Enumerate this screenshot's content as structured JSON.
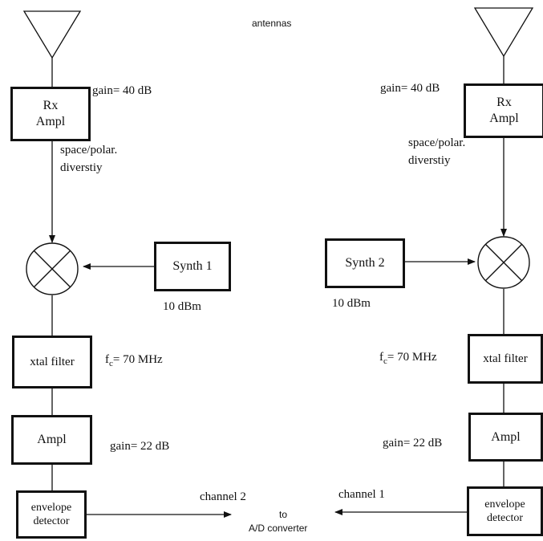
{
  "header": {
    "antennas": "antennas"
  },
  "left_chain": {
    "rx_ampl": [
      "Rx",
      "Ampl"
    ],
    "rx_gain": "gain= 40 dB",
    "diversity": [
      "space/polar.",
      "diverstiy"
    ],
    "synth": "Synth 1",
    "synth_power": "10 dBm",
    "filter": "xtal filter",
    "fc_prefix": "f",
    "fc_sub": "c",
    "fc_value": "= 70 MHz",
    "ampl": "Ampl",
    "ampl_gain": "gain= 22 dB",
    "detector": [
      "envelope",
      "detector"
    ],
    "channel": "channel 2"
  },
  "right_chain": {
    "rx_ampl": [
      "Rx",
      "Ampl"
    ],
    "rx_gain": "gain= 40 dB",
    "diversity": [
      "space/polar.",
      "diverstiy"
    ],
    "synth": "Synth 2",
    "synth_power": "10 dBm",
    "filter": "xtal filter",
    "fc_prefix": "f",
    "fc_sub": "c",
    "fc_value": "= 70 MHz",
    "ampl": "Ampl",
    "ampl_gain": "gain= 22 dB",
    "detector": [
      "envelope",
      "detector"
    ],
    "channel": "channel 1"
  },
  "output": {
    "to": "to",
    "converter": "A/D converter"
  }
}
